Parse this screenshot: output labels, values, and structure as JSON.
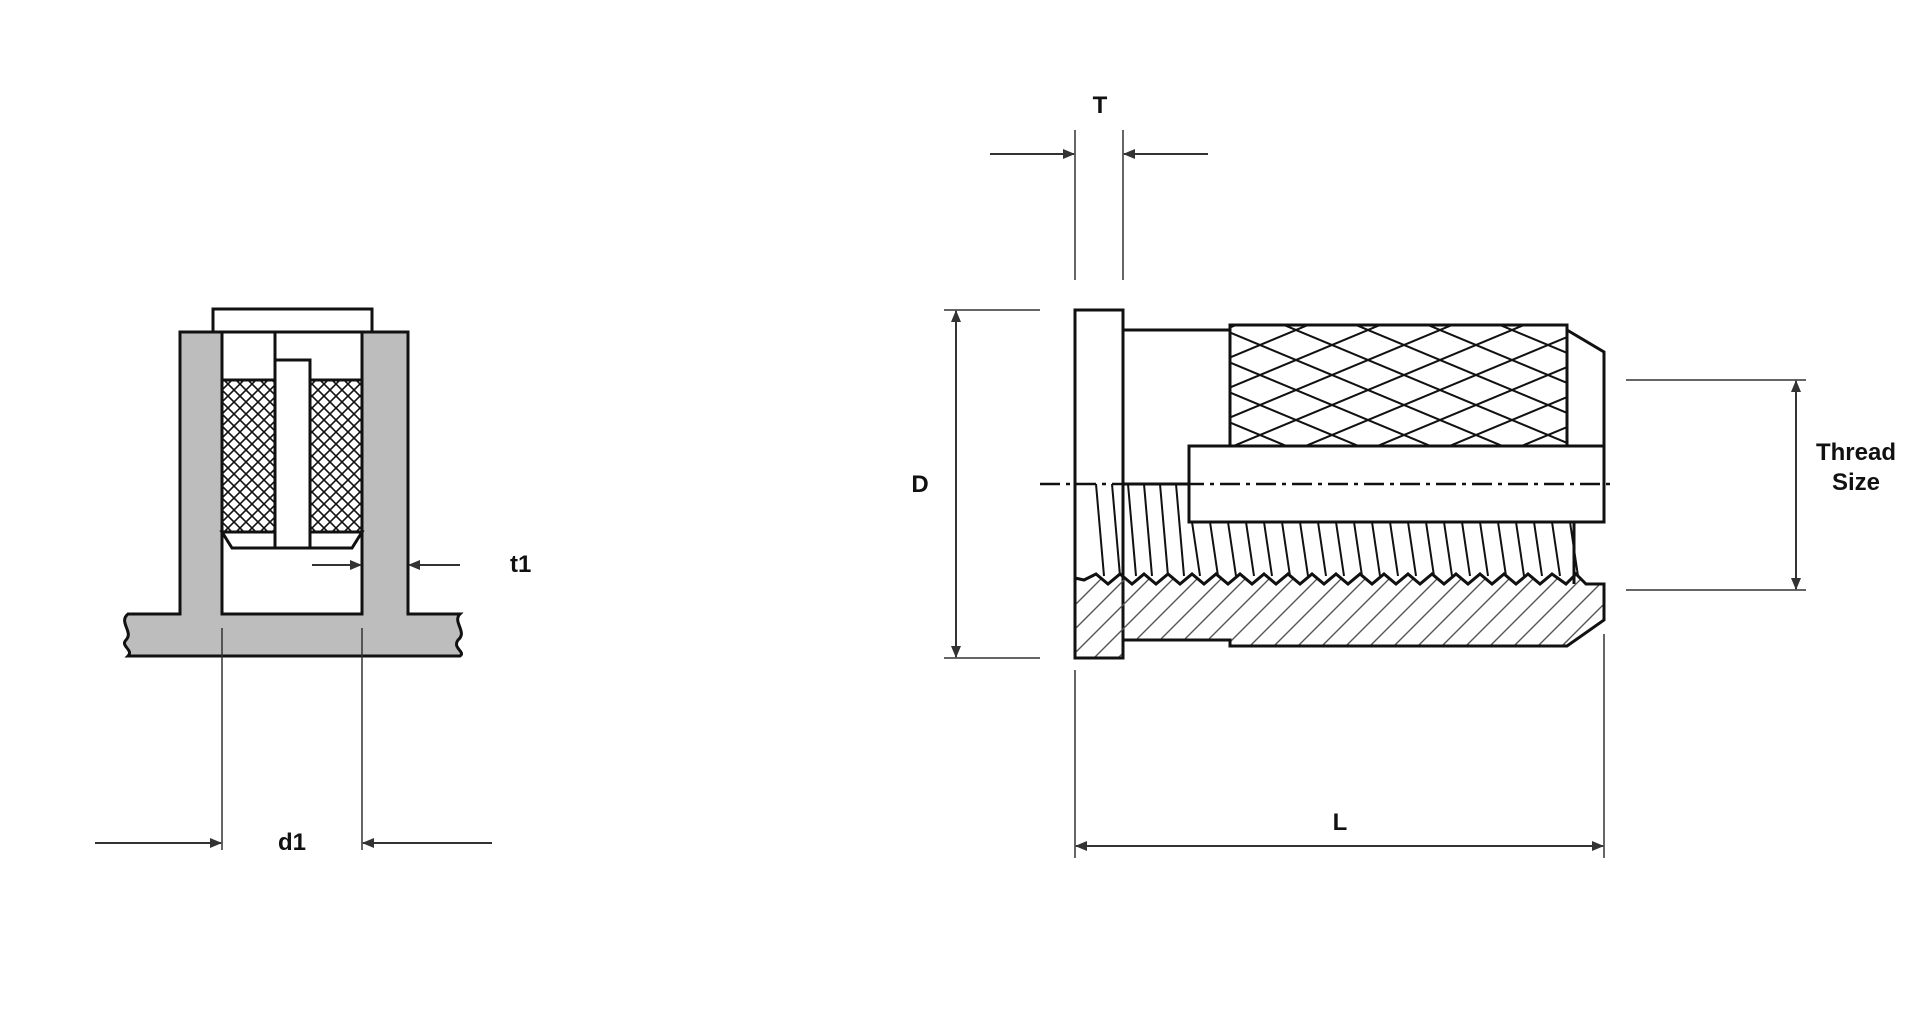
{
  "colors": {
    "background": "#ffffff",
    "line": "#111111",
    "dimension": "#333333",
    "section_fill": "#bdbdbd"
  },
  "labels": {
    "d1": "d1",
    "t1": "t1",
    "T": "T",
    "D": "D",
    "L": "L",
    "thread_size_line1": "Thread",
    "thread_size_line2": "Size"
  }
}
